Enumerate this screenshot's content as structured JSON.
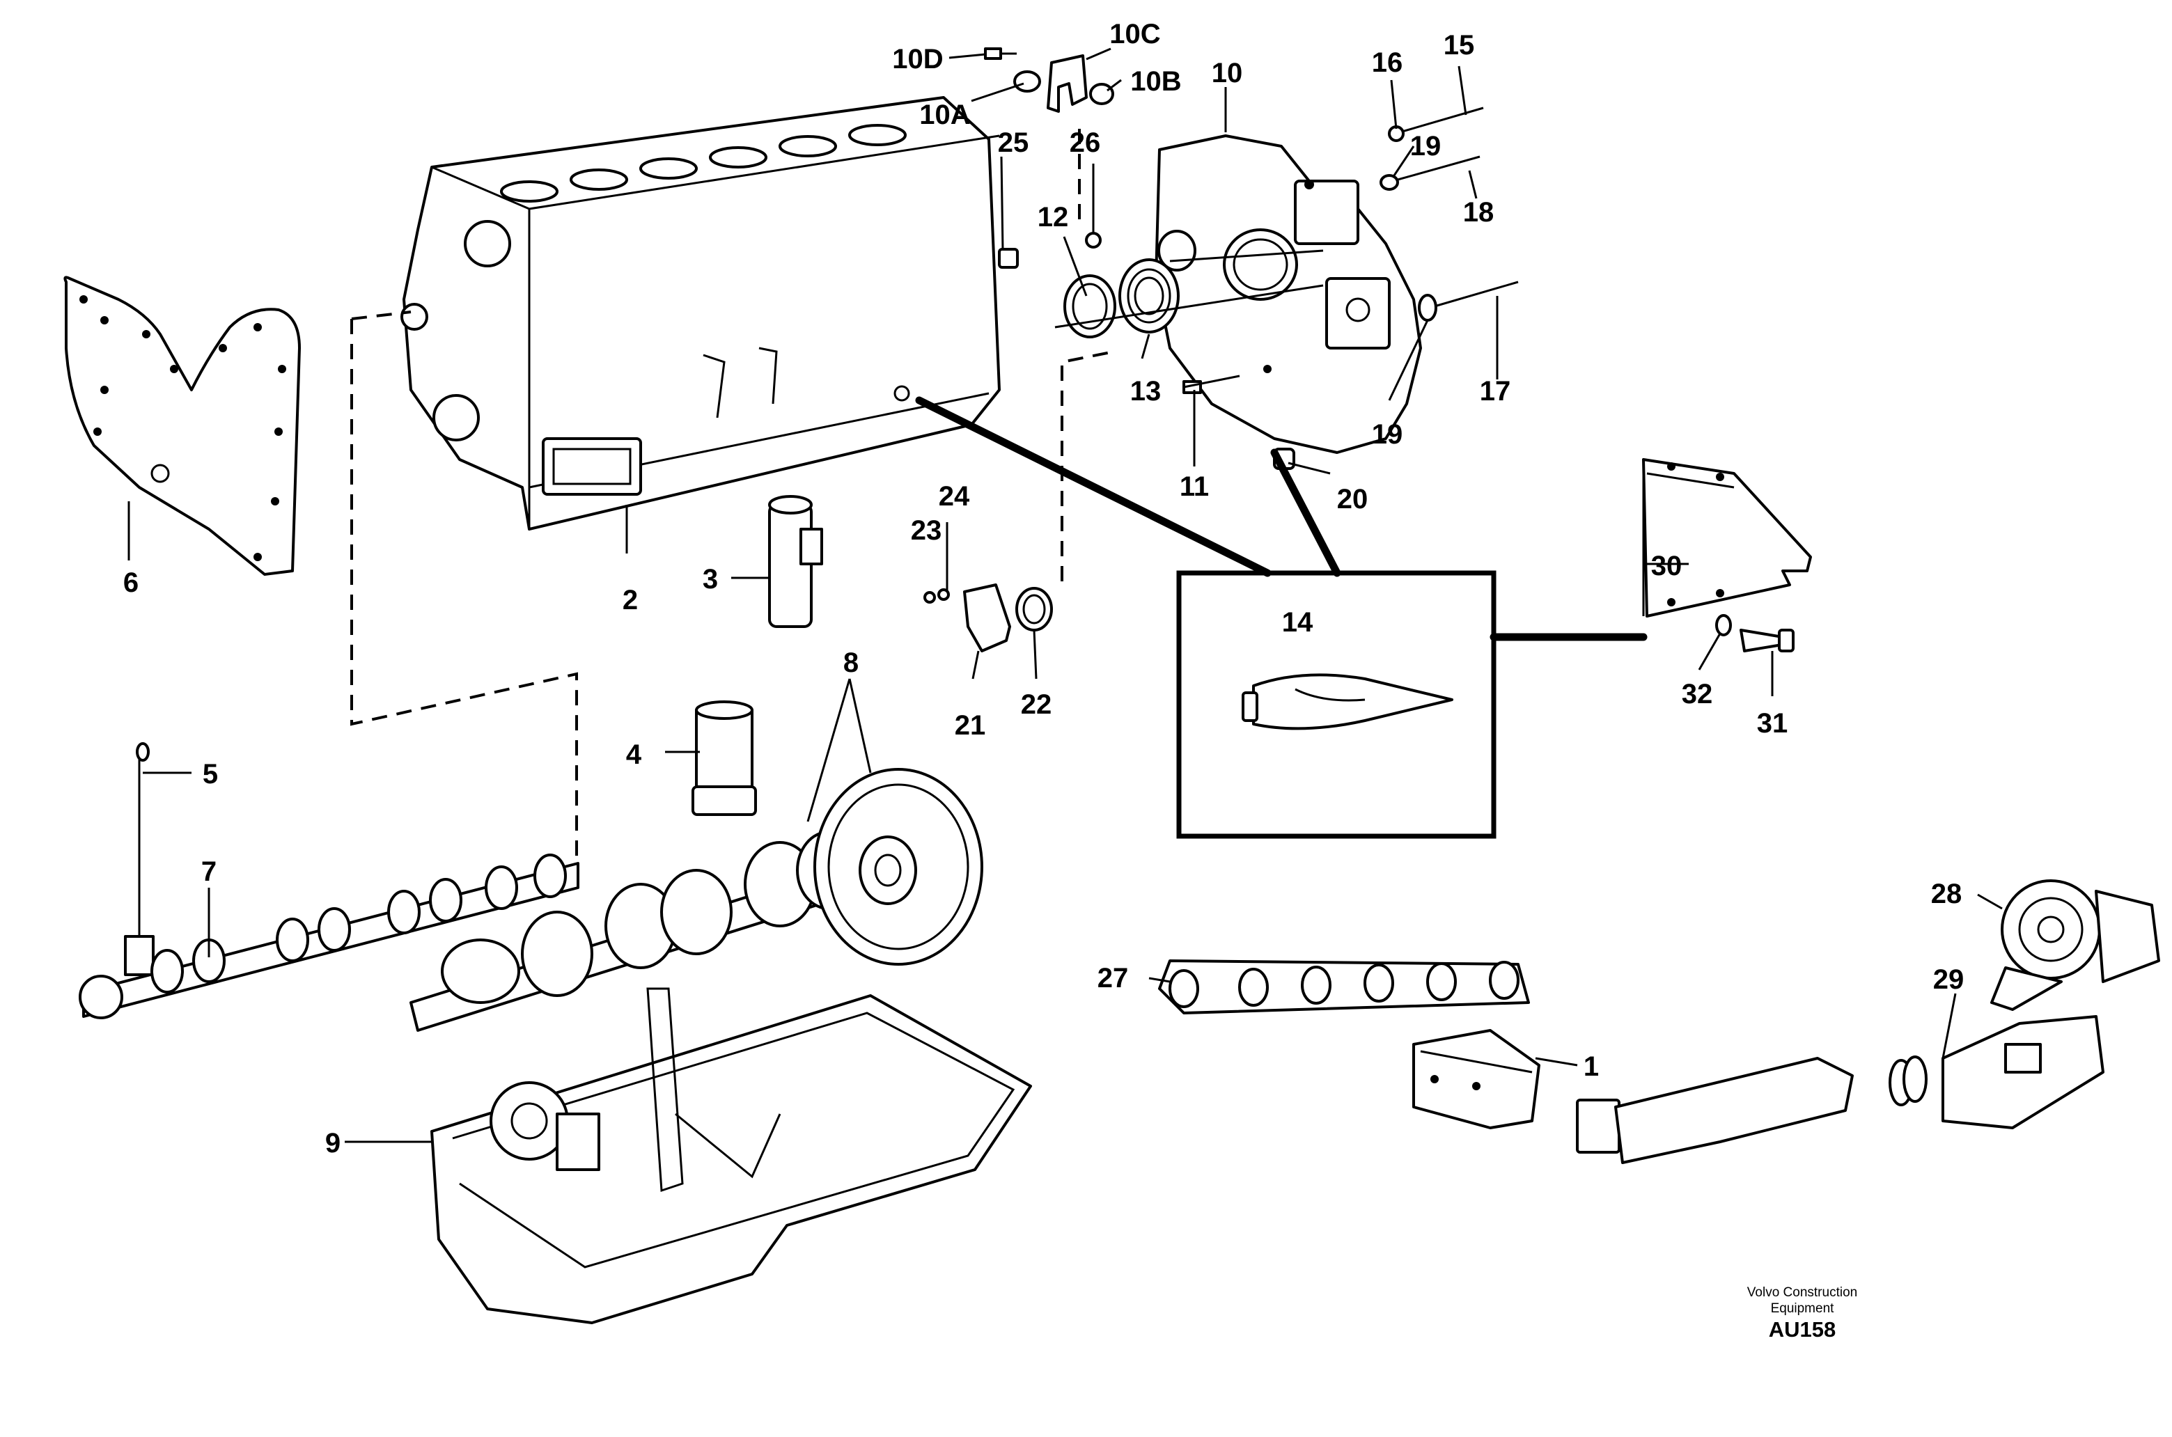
{
  "diagram": {
    "callouts": [
      "1",
      "2",
      "3",
      "4",
      "5",
      "6",
      "7",
      "8",
      "9",
      "10",
      "10A",
      "10B",
      "10C",
      "10D",
      "11",
      "12",
      "13",
      "14",
      "15",
      "16",
      "17",
      "18",
      "19",
      "19",
      "20",
      "21",
      "22",
      "23",
      "24",
      "25",
      "26",
      "27",
      "28",
      "29",
      "30",
      "31",
      "32"
    ],
    "caption": {
      "line1": "Volvo Construction",
      "line2": "Equipment",
      "code": "AU158"
    }
  }
}
